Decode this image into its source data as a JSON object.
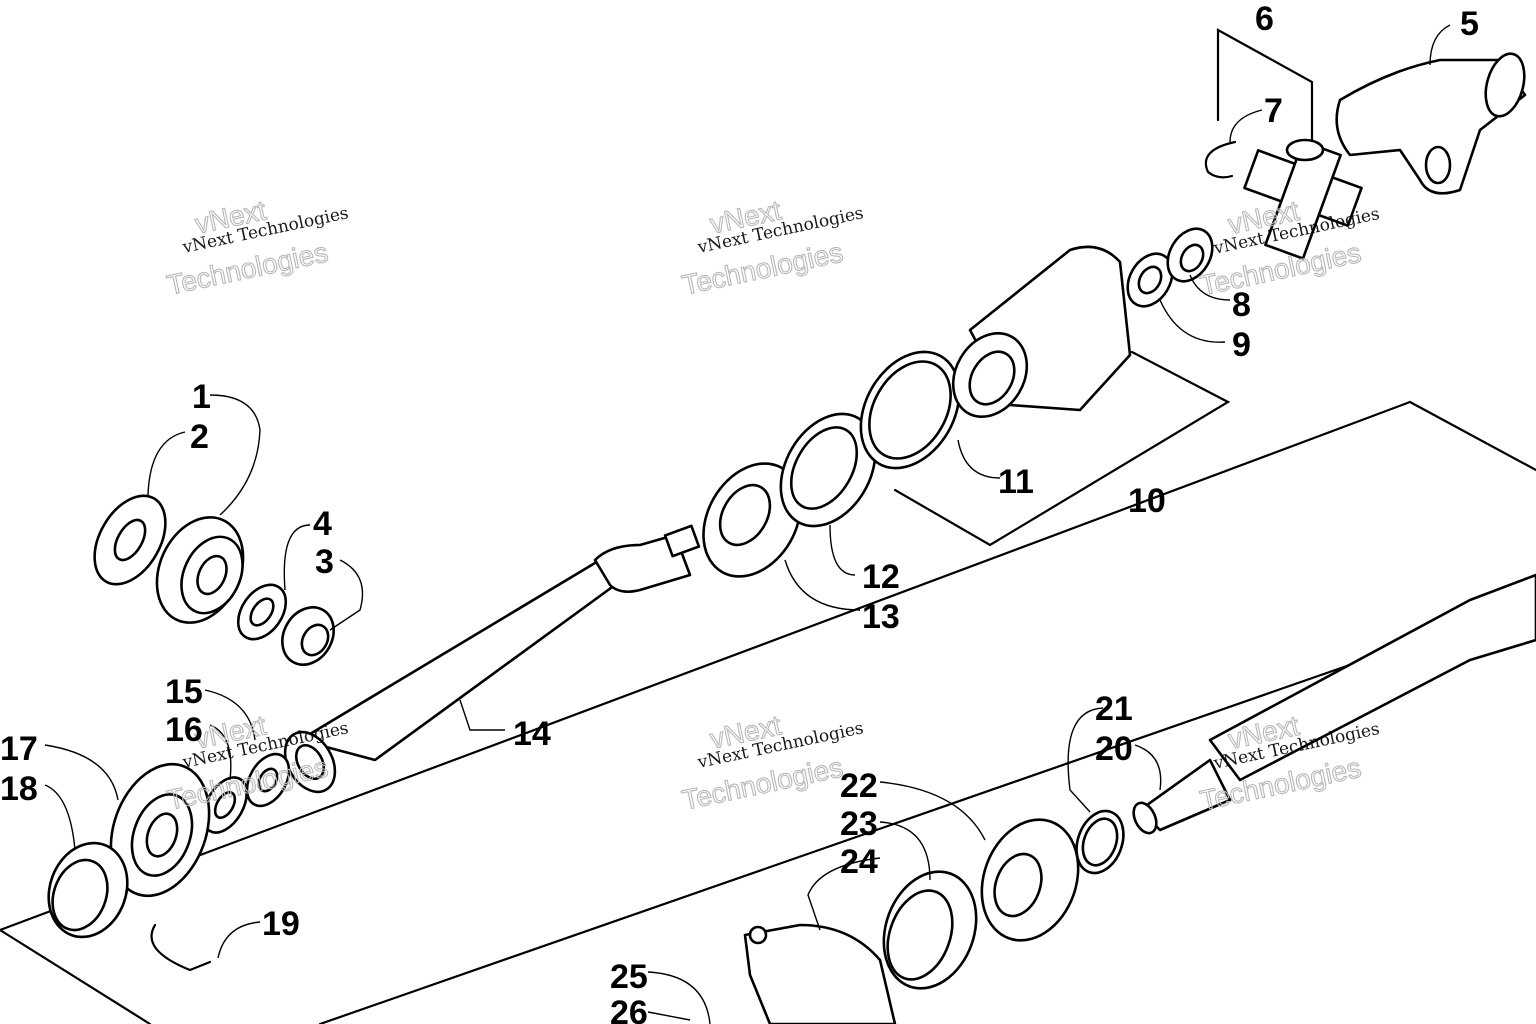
{
  "callouts": {
    "c1": "1",
    "c2": "2",
    "c3": "3",
    "c4": "4",
    "c5": "5",
    "c6": "6",
    "c7": "7",
    "c8": "8",
    "c9": "9",
    "c10": "10",
    "c11": "11",
    "c12": "12",
    "c13": "13",
    "c14": "14",
    "c15": "15",
    "c16": "16",
    "c17": "17",
    "c18": "18",
    "c19": "19",
    "c20": "20",
    "c21": "21",
    "c22": "22",
    "c23": "23",
    "c24": "24",
    "c25": "25",
    "c26": "26"
  },
  "watermark": {
    "line1": "vNext Technologies",
    "line2": "vNext",
    "line3": "Technologies"
  }
}
